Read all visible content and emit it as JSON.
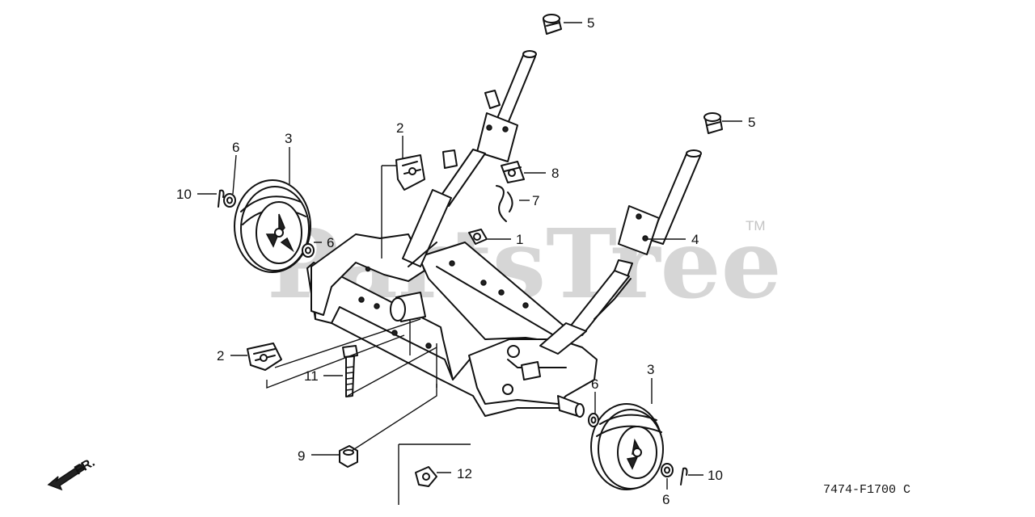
{
  "watermark": {
    "text": "PartsTree",
    "trademark": "TM"
  },
  "figure_code": "7474-F1700 C",
  "direction_label": "FR.",
  "callouts": [
    {
      "label": "1"
    },
    {
      "label": "2"
    },
    {
      "label": "2"
    },
    {
      "label": "3"
    },
    {
      "label": "3"
    },
    {
      "label": "4"
    },
    {
      "label": "5"
    },
    {
      "label": "5"
    },
    {
      "label": "6"
    },
    {
      "label": "6"
    },
    {
      "label": "6"
    },
    {
      "label": "6"
    },
    {
      "label": "7"
    },
    {
      "label": "8"
    },
    {
      "label": "9"
    },
    {
      "label": "10"
    },
    {
      "label": "10"
    },
    {
      "label": "11"
    },
    {
      "label": "12"
    }
  ]
}
